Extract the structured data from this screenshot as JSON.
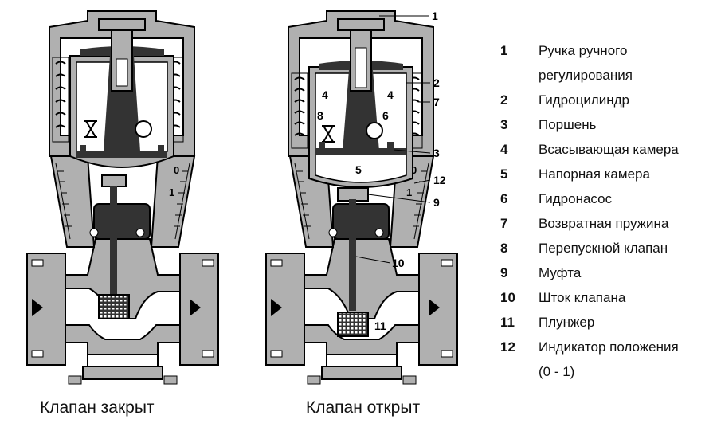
{
  "captions": {
    "closed": "Клапан закрыт",
    "open": "Клапан открыт"
  },
  "callouts": {
    "n1": "1",
    "n2": "2",
    "n3": "3",
    "n4a": "4",
    "n4b": "4",
    "n5": "5",
    "n6": "6",
    "n7": "7",
    "n8": "8",
    "n9": "9",
    "n10": "10",
    "n11": "11",
    "n12": "12"
  },
  "scale": {
    "zero": "0",
    "one": "1"
  },
  "legend": [
    {
      "num": "1",
      "lines": [
        "Ручка ручного",
        "регулирования"
      ]
    },
    {
      "num": "2",
      "lines": [
        "Гидроцилиндр"
      ]
    },
    {
      "num": "3",
      "lines": [
        "Поршень"
      ]
    },
    {
      "num": "4",
      "lines": [
        "Всасывающая камера"
      ]
    },
    {
      "num": "5",
      "lines": [
        "Напорная камера"
      ]
    },
    {
      "num": "6",
      "lines": [
        "Гидронасос"
      ]
    },
    {
      "num": "7",
      "lines": [
        "Возвратная пружина"
      ]
    },
    {
      "num": "8",
      "lines": [
        "Перепускной клапан"
      ]
    },
    {
      "num": "9",
      "lines": [
        "Муфта"
      ]
    },
    {
      "num": "10",
      "lines": [
        "Шток клапана"
      ]
    },
    {
      "num": "11",
      "lines": [
        "Плунжер"
      ]
    },
    {
      "num": "12",
      "lines": [
        "Индикатор положения",
        "(0 - 1)"
      ]
    }
  ],
  "colors": {
    "body": "#b0b0b0",
    "dark": "#333333",
    "light": "#ffffff",
    "outline": "#000000"
  }
}
